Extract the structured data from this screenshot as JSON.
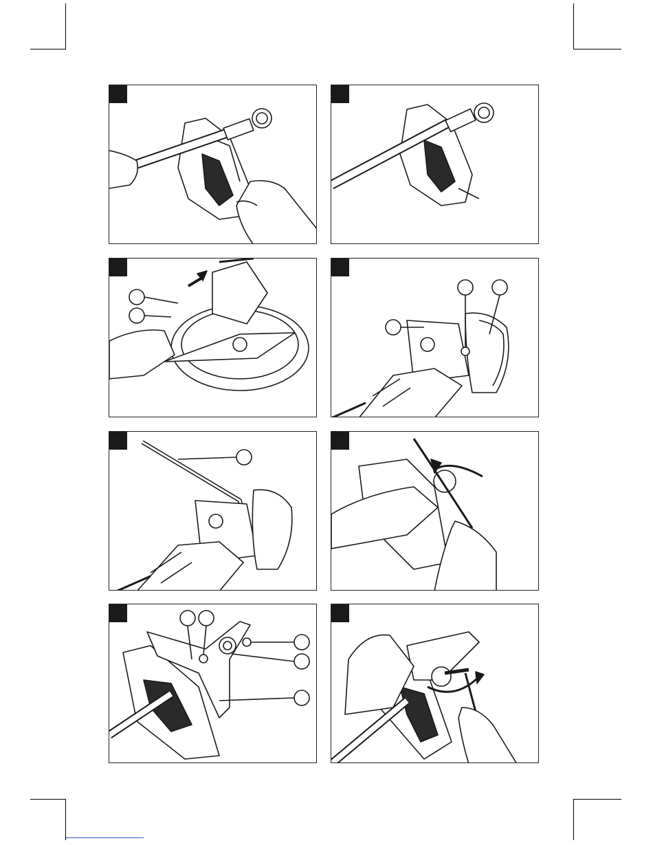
{
  "page": {
    "panels": [
      {
        "id": "panel-1"
      },
      {
        "id": "panel-2"
      },
      {
        "id": "panel-3"
      },
      {
        "id": "panel-4"
      },
      {
        "id": "panel-5"
      },
      {
        "id": "panel-6"
      },
      {
        "id": "panel-7"
      },
      {
        "id": "panel-8"
      }
    ]
  },
  "colors": {
    "line": "#1a1a1a",
    "paper": "#ffffff",
    "tag": "#1a1a1a"
  }
}
